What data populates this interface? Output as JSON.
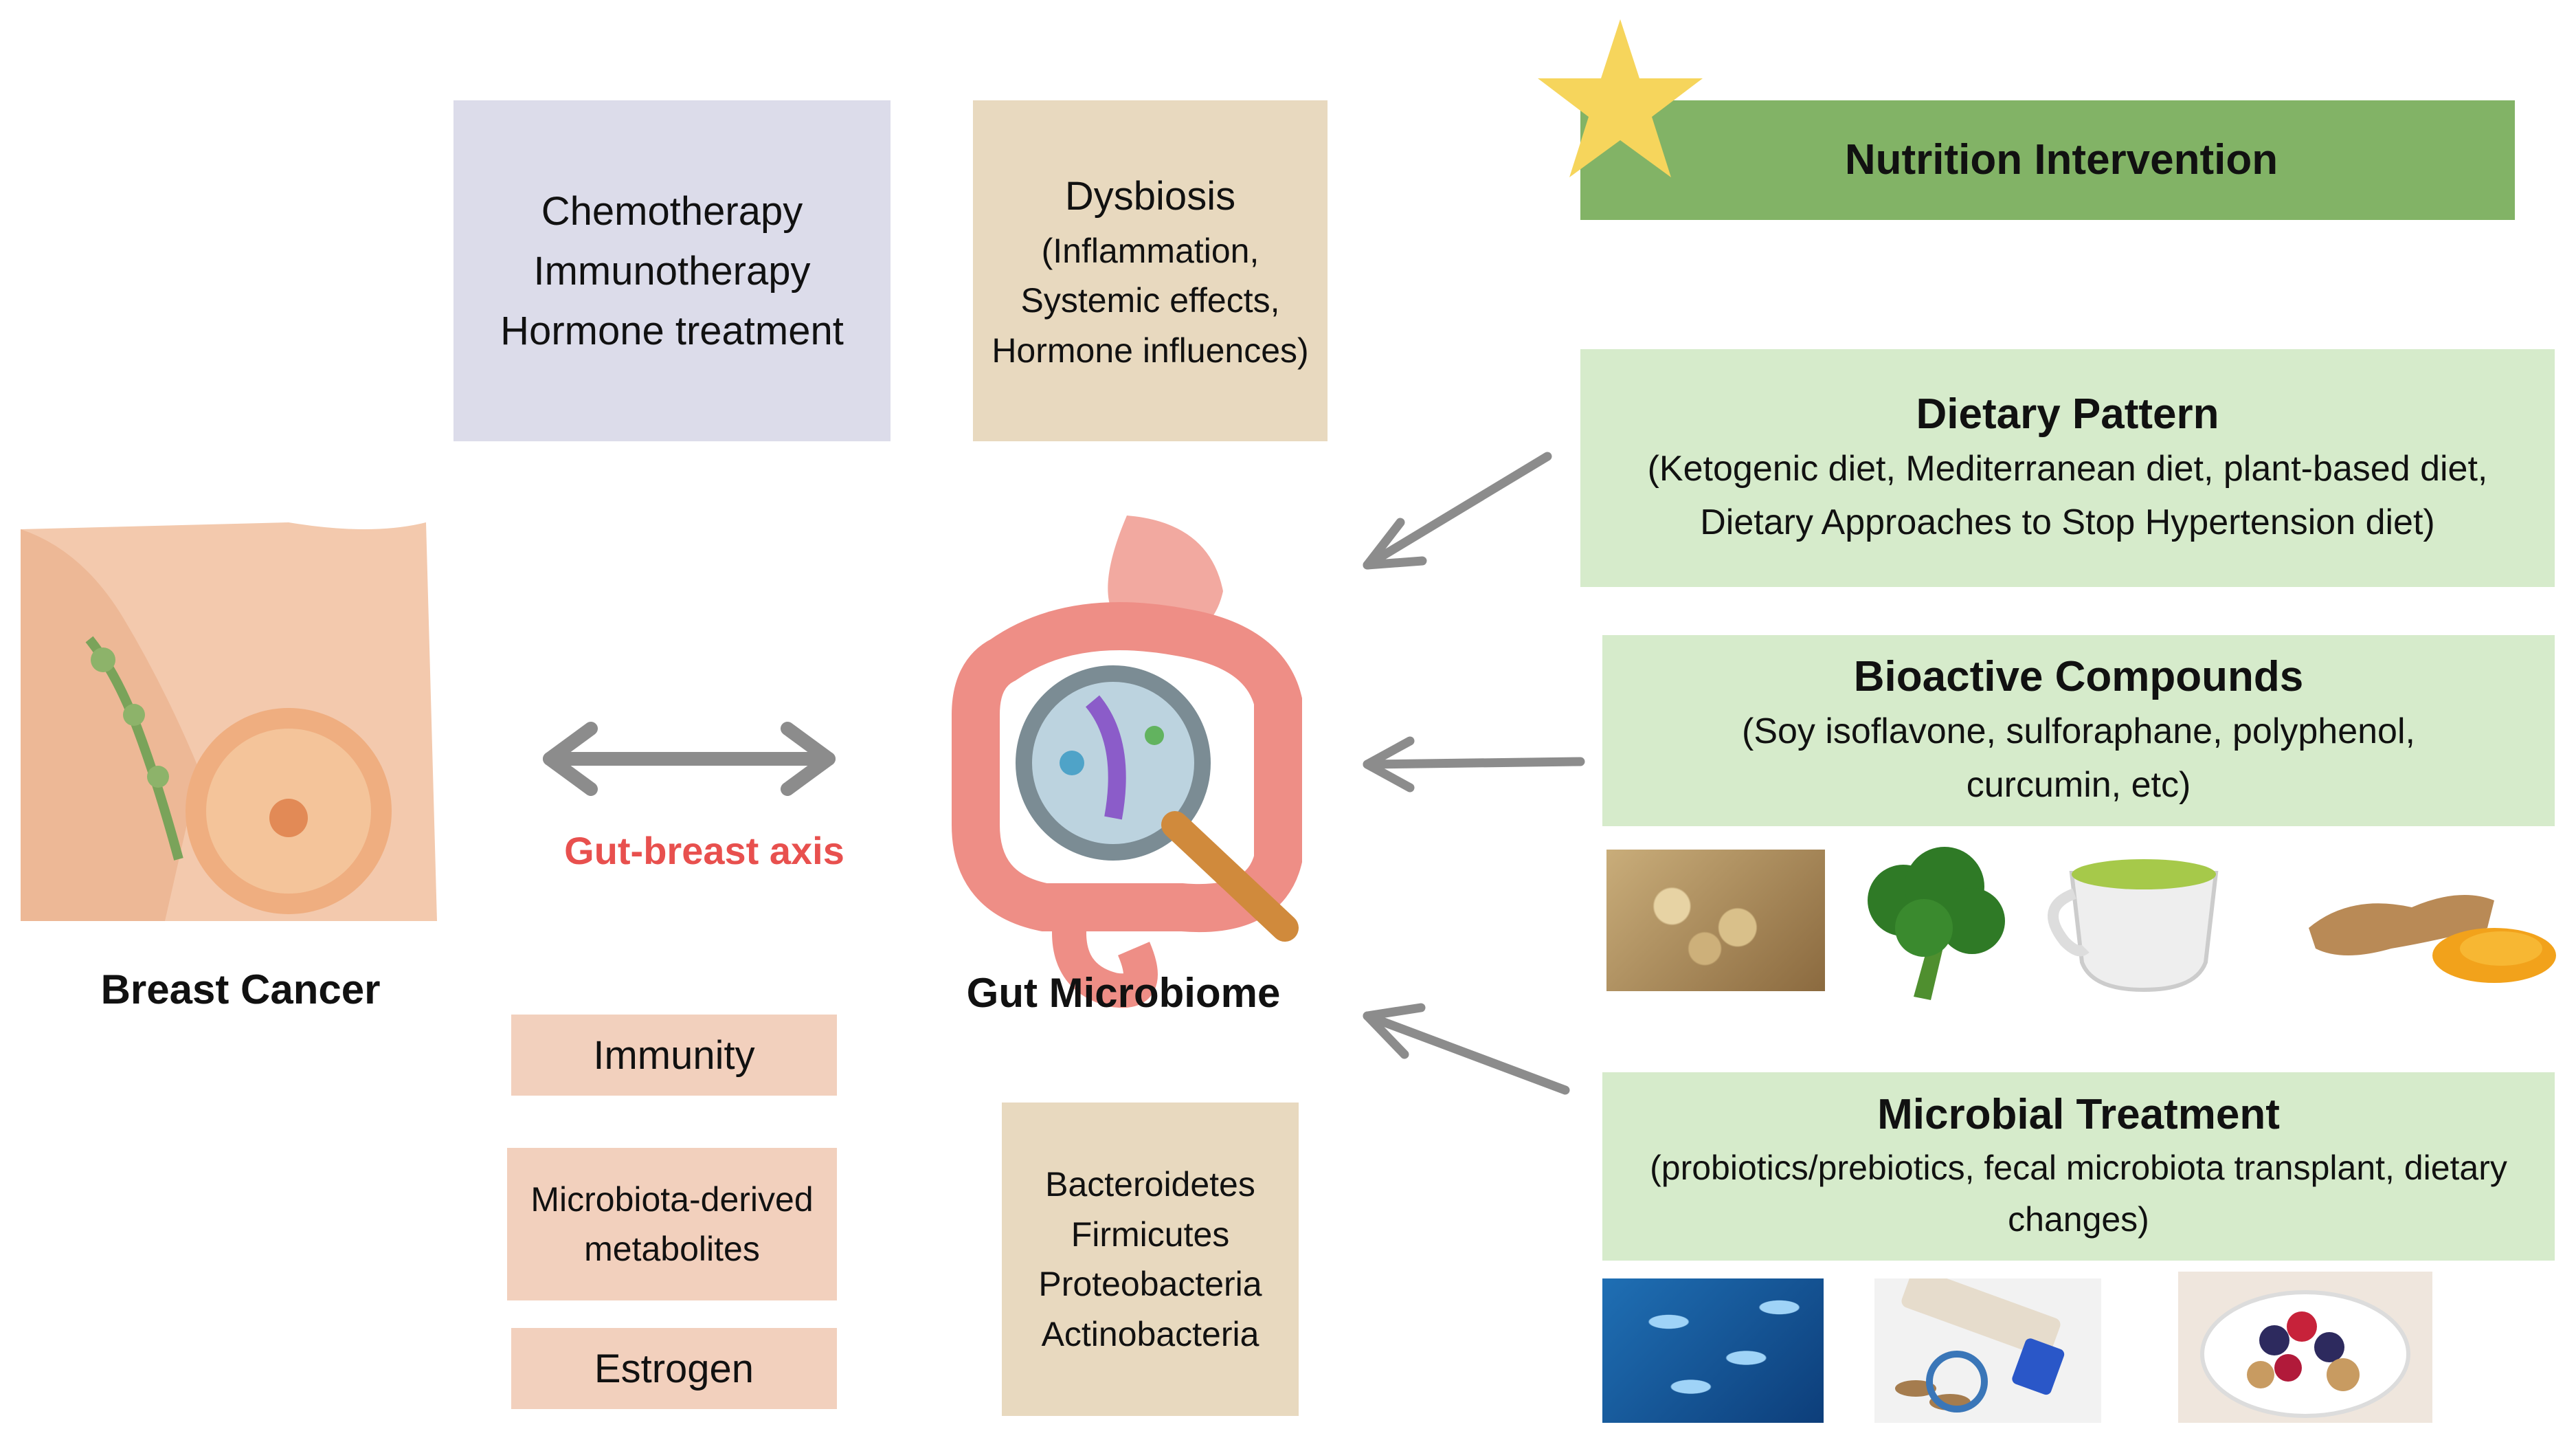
{
  "therapy_box": {
    "lines": [
      "Chemotherapy",
      "Immunotherapy",
      "Hormone treatment"
    ]
  },
  "dysbiosis_box": {
    "title": "Dysbiosis",
    "lines": [
      "(Inflammation,",
      "Systemic effects,",
      "Hormone influences)"
    ]
  },
  "nutrition": {
    "title": "Nutrition Intervention"
  },
  "dietary_pattern": {
    "title": "Dietary Pattern",
    "lines": [
      "(Ketogenic diet, Mediterranean diet, plant-based diet,",
      "Dietary Approaches to Stop Hypertension diet)"
    ]
  },
  "bioactive": {
    "title": "Bioactive Compounds",
    "lines": [
      "(Soy isoflavone, sulforaphane, polyphenol,",
      "curcumin, etc)"
    ]
  },
  "microbial": {
    "title": "Microbial Treatment",
    "lines": [
      "(probiotics/prebiotics, fecal microbiota transplant, dietary",
      "changes)"
    ]
  },
  "labels": {
    "breast_cancer": "Breast Cancer",
    "gut_microbiome": "Gut Microbiome",
    "axis": "Gut-breast axis"
  },
  "factors": {
    "immunity": "Immunity",
    "metabolites": [
      "Microbiota-derived",
      "metabolites"
    ],
    "estrogen": "Estrogen"
  },
  "phyla": [
    "Bacteroidetes",
    "Firmicutes",
    "Proteobacteria",
    "Actinobacteria"
  ],
  "icons": [
    "star-icon",
    "breast-anatomy-illustration",
    "intestine-magnifier-illustration",
    "soybean-photo",
    "broccoli-illustration",
    "green-tea-illustration",
    "turmeric-photo",
    "bacteria-photo",
    "fecal-transplant-photo",
    "yogurt-berries-photo"
  ],
  "colors": {
    "axis_label": "#e8504e",
    "arrow": "#8c8c8c",
    "green_bar": "#82b366",
    "green_box": "#d6ebcb",
    "star": "#f6d55c"
  }
}
